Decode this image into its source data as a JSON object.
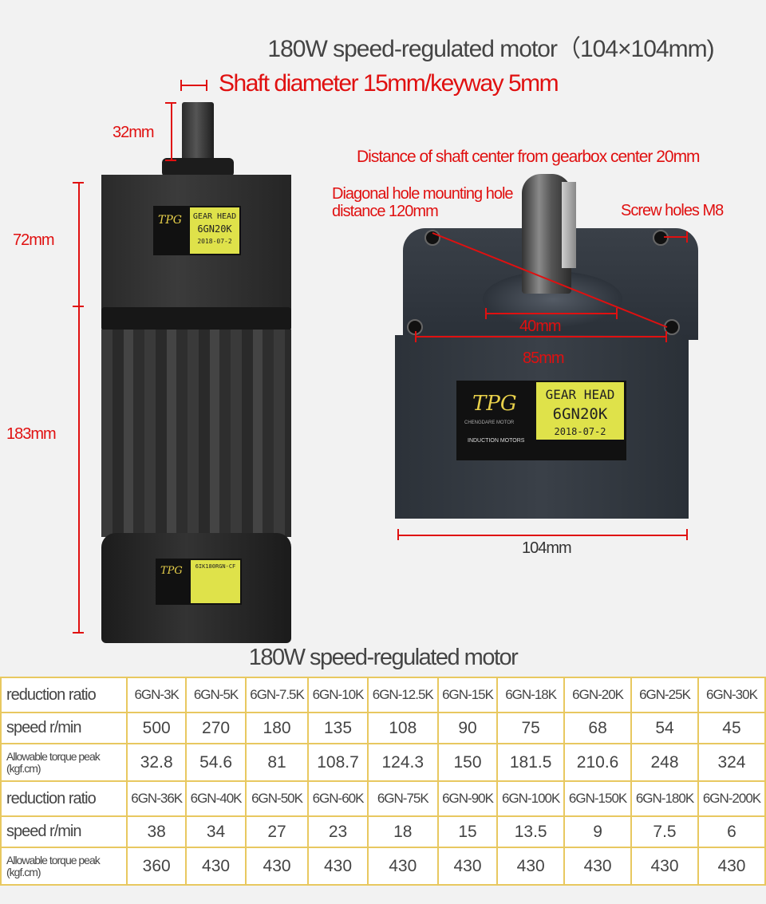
{
  "header": {
    "title": "180W speed-regulated motor（104×104mm)"
  },
  "annotations": {
    "shaft": "Shaft diameter 15mm/keyway 5mm",
    "shaft_length": "32mm",
    "head_height": "72mm",
    "body_height": "183mm",
    "shaft_offset": "Distance of shaft center from gearbox center 20mm",
    "diagonal": "Diagonal hole mounting hole distance 120mm",
    "screw": "Screw holes M8",
    "hub": "40mm",
    "holes_span": "85mm",
    "width": "104mm"
  },
  "motor_label": {
    "brand": "TPG",
    "line1": "GEAR HEAD",
    "line2": "6GN20K",
    "line3": "2018-07-2"
  },
  "gearbox_label": {
    "brand": "TPG",
    "sub": "CHENGDARE MOTOR",
    "sub2": "INDUCTION MOTORS",
    "line1": "GEAR HEAD",
    "line2": "6GN20K",
    "line3": "2018-07-2"
  },
  "cap_label": {
    "brand": "TPG",
    "line1": "6IK180RGN-CF"
  },
  "table": {
    "title": "180W speed-regulated motor",
    "rows": [
      {
        "head": "reduction ratio",
        "cells": [
          "6GN-3K",
          "6GN-5K",
          "6GN-7.5K",
          "6GN-10K",
          "6GN-12.5K",
          "6GN-15K",
          "6GN-18K",
          "6GN-20K",
          "6GN-25K",
          "6GN-30K"
        ]
      },
      {
        "head": "speed r/min",
        "cells": [
          "500",
          "270",
          "180",
          "135",
          "108",
          "90",
          "75",
          "68",
          "54",
          "45"
        ]
      },
      {
        "head": "Allowable torque peak (kgf.cm)",
        "cells": [
          "32.8",
          "54.6",
          "81",
          "108.7",
          "124.3",
          "150",
          "181.5",
          "210.6",
          "248",
          "324"
        ]
      },
      {
        "head": "reduction ratio",
        "cells": [
          "6GN-36K",
          "6GN-40K",
          "6GN-50K",
          "6GN-60K",
          "6GN-75K",
          "6GN-90K",
          "6GN-100K",
          "6GN-150K",
          "6GN-180K",
          "6GN-200K"
        ]
      },
      {
        "head": "speed r/min",
        "cells": [
          "38",
          "34",
          "27",
          "23",
          "18",
          "15",
          "13.5",
          "9",
          "7.5",
          "6"
        ]
      },
      {
        "head": "Allowable torque peak (kgf.cm)",
        "cells": [
          "360",
          "430",
          "430",
          "430",
          "430",
          "430",
          "430",
          "430",
          "430",
          "430"
        ]
      }
    ]
  },
  "colors": {
    "accent": "#e01010",
    "grid": "#e8c860",
    "label": "#dfe24a"
  }
}
